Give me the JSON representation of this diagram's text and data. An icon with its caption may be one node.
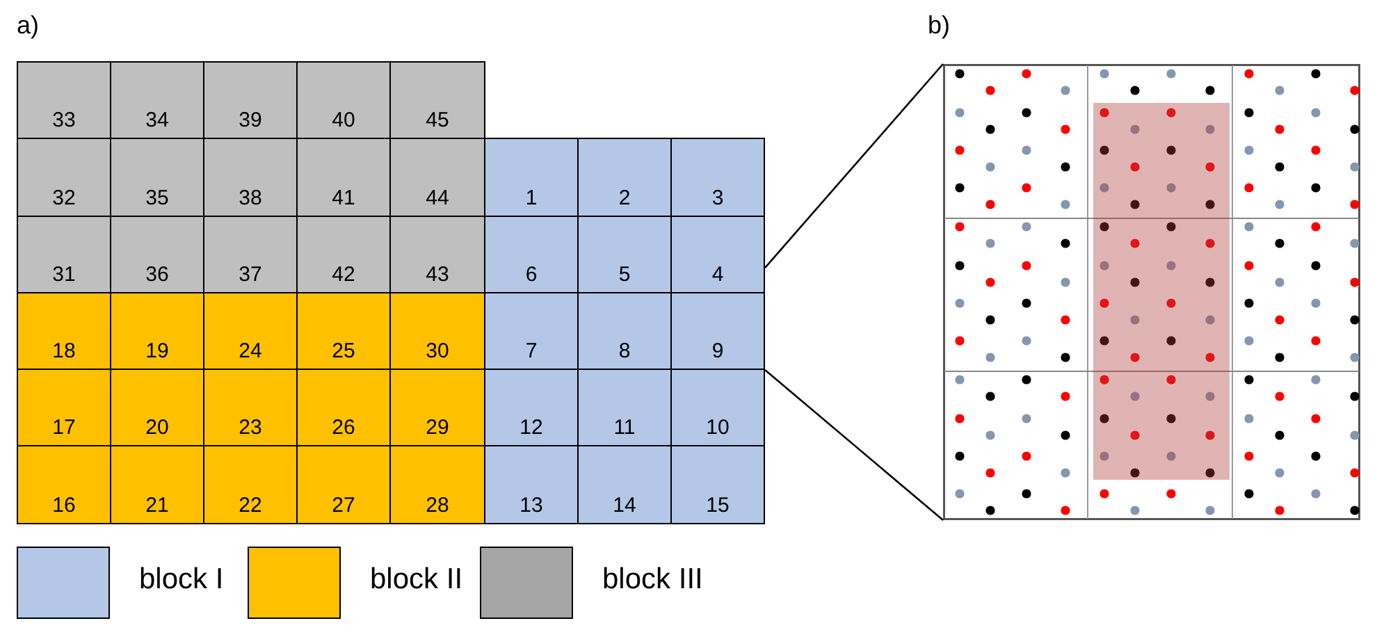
{
  "diagram": {
    "nodes": [
      {
        "text": [
          "33"
        ]
      },
      {
        "text": [
          "34"
        ]
      },
      {
        "text": [
          "39"
        ]
      },
      {
        "text": [
          "40"
        ]
      },
      {
        "text": [
          "45"
        ]
      },
      {
        "text": [
          "32"
        ]
      },
      {
        "text": [
          "35"
        ]
      },
      {
        "text": [
          "38"
        ]
      },
      {
        "text": [
          "41"
        ]
      },
      {
        "text": [
          "44"
        ]
      },
      {
        "text": [
          "1"
        ]
      },
      {
        "text": [
          "2"
        ]
      },
      {
        "text": [
          "3"
        ]
      },
      {
        "text": [
          "31"
        ]
      },
      {
        "text": [
          "36"
        ]
      },
      {
        "text": [
          "37"
        ]
      },
      {
        "text": [
          "42"
        ]
      },
      {
        "text": [
          "43"
        ]
      },
      {
        "text": [
          "6"
        ]
      },
      {
        "text": [
          "5"
        ]
      },
      {
        "text": [
          "4"
        ]
      },
      {
        "text": [
          "18"
        ]
      },
      {
        "text": [
          "19"
        ]
      },
      {
        "text": [
          "24"
        ]
      },
      {
        "text": [
          "25"
        ]
      },
      {
        "text": [
          "30"
        ]
      },
      {
        "text": [
          "7"
        ]
      },
      {
        "text": [
          "8"
        ]
      },
      {
        "text": [
          "9"
        ]
      },
      {
        "text": [
          "17"
        ]
      },
      {
        "text": [
          "20"
        ]
      },
      {
        "text": [
          "23"
        ]
      },
      {
        "text": [
          "26"
        ]
      },
      {
        "text": [
          "29"
        ]
      },
      {
        "text": [
          "12"
        ]
      },
      {
        "text": [
          "11"
        ]
      },
      {
        "text": [
          "10"
        ]
      },
      {
        "text": [
          "16"
        ]
      },
      {
        "text": [
          "21"
        ]
      },
      {
        "text": [
          "22"
        ]
      },
      {
        "text": [
          "27"
        ]
      },
      {
        "text": [
          "28"
        ]
      },
      {
        "text": [
          "13"
        ]
      },
      {
        "text": [
          "14"
        ]
      },
      {
        "text": [
          "15"
        ]
      },
      {
        "text": [],
        "shape": "box"
      }
    ],
    "edges": [
      {
        "from": 20,
        "to": 45,
        "arrow": "none"
      },
      {
        "from": 28,
        "to": 45,
        "arrow": "none"
      }
    ],
    "labels": [
      "a)",
      "b)"
    ],
    "legend": [
      {
        "text": "block I",
        "color": "#b4c7e7"
      },
      {
        "text": "block II",
        "color": "#ffc000"
      },
      {
        "text": "block III",
        "color": "#a6a6a6"
      }
    ]
  }
}
